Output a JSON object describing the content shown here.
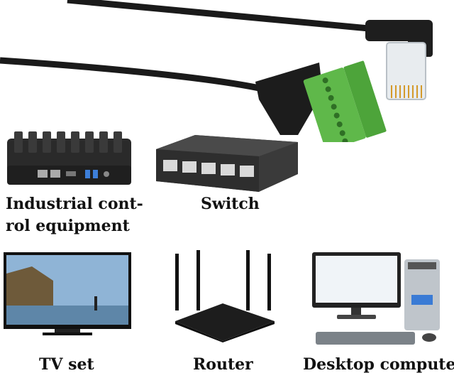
{
  "captions": {
    "industrial_line1": "Industrial cont-",
    "industrial_line2": "rol equipment",
    "switch": "Switch",
    "tv": "TV set",
    "router": "Router",
    "desktop": "Desktop computer"
  },
  "colors": {
    "terminal_green": "#5fb84a",
    "cable_black": "#1a1a1a",
    "device_dark": "#2b2b2b",
    "tv_sky": "#8fb4d6"
  },
  "icons": [
    "rj45-plug-icon",
    "terminal-block-icon",
    "mini-pc-icon",
    "network-switch-icon",
    "tv-icon",
    "router-icon",
    "desktop-computer-icon"
  ]
}
